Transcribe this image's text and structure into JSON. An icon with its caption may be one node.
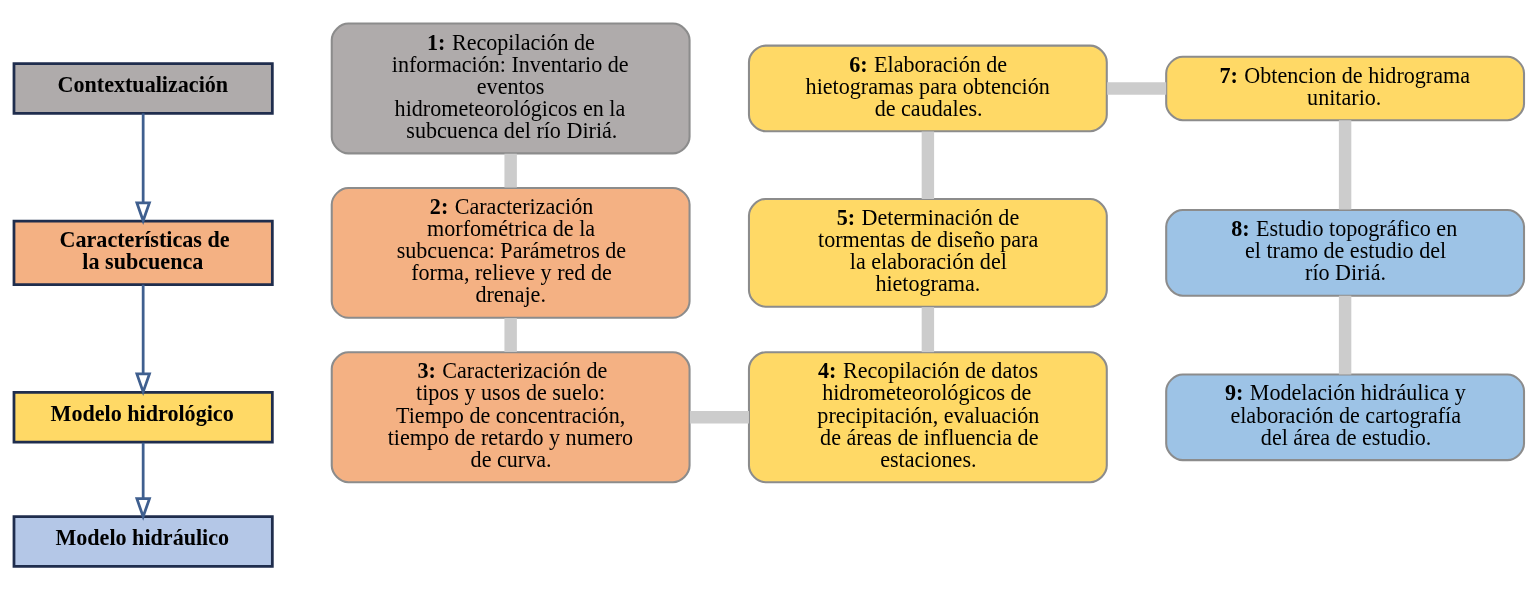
{
  "diagram": {
    "nodes": [
      {
        "text": [
          "Contextualización"
        ]
      },
      {
        "text": [
          "Características de la subcuenca"
        ]
      },
      {
        "text": [
          "Modelo hidrológico"
        ]
      },
      {
        "text": [
          "Modelo hidráulico"
        ]
      },
      {
        "text": [
          "**1:** Recopilación de información: Inventario de eventos hidrometeorológicos en la subcuenca del río Diriá."
        ]
      },
      {
        "text": [
          "**2:** Caracterización morfométrica de la subcuenca: Parámetros de forma, relieve y red de drenaje."
        ]
      },
      {
        "text": [
          "**3:** Caracterización de tipos y usos de suelo: Tiempo de concentración, tiempo de retardo y numero de curva."
        ]
      },
      {
        "text": [
          "**4:** Recopilación de datos hidrometeorológicos de precipitación, evaluación de áreas de influencia de estaciones."
        ]
      },
      {
        "text": [
          "**5:** Determinación de tormentas de diseño para la elaboración del hietograma."
        ]
      },
      {
        "text": [
          "**6:** Elaboración de hietogramas para obtención de caudales."
        ]
      },
      {
        "text": [
          "**7:** Obtencion de hidrograma unitario."
        ]
      },
      {
        "text": [
          "**8:** Estudio topográfico en el tramo de estudio del río Diriá."
        ]
      },
      {
        "text": [
          "**9:** Modelación hidráulica y elaboración de cartografía del área de estudio."
        ]
      }
    ],
    "edges": [
      {
        "from": 0,
        "to": 1,
        "arrow": "to",
        "color": "#3f5f8f"
      },
      {
        "from": 1,
        "to": 2,
        "arrow": "to",
        "color": "#3f5f8f"
      },
      {
        "from": 2,
        "to": 3,
        "arrow": "to",
        "color": "#3f5f8f"
      },
      {
        "from": 4,
        "to": 5,
        "arrow": "none"
      },
      {
        "from": 5,
        "to": 6,
        "arrow": "none"
      },
      {
        "from": 6,
        "to": 7,
        "arrow": "none"
      },
      {
        "from": 7,
        "to": 8,
        "arrow": "none"
      },
      {
        "from": 8,
        "to": 9,
        "arrow": "none"
      },
      {
        "from": 9,
        "to": 10,
        "arrow": "none"
      },
      {
        "from": 10,
        "to": 11,
        "arrow": "none"
      },
      {
        "from": 11,
        "to": 12,
        "arrow": "none"
      }
    ]
  }
}
